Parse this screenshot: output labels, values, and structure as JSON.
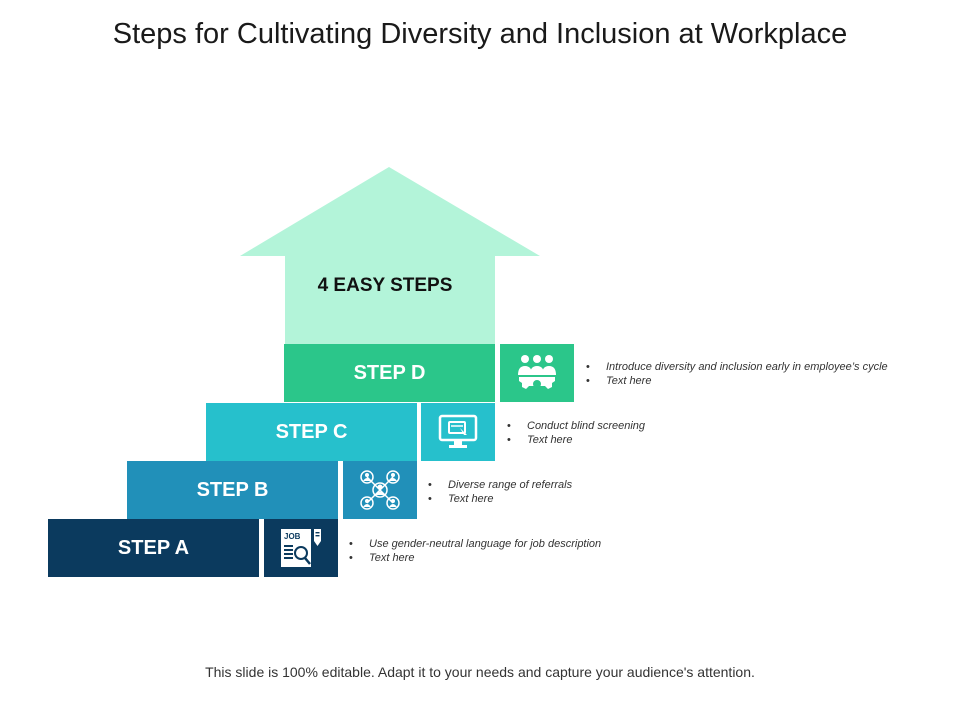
{
  "title": "Steps for Cultivating Diversity and Inclusion at Workplace",
  "arrow": {
    "label": "4 EASY STEPS",
    "color": "#b3f4d9"
  },
  "steps": [
    {
      "label": "STEP D",
      "color": "#2bc68a",
      "icon": "team-gear-icon",
      "bullets": [
        "Introduce diversity and inclusion early in employee’s cycle",
        "Text here"
      ]
    },
    {
      "label": "STEP C",
      "color": "#26c0cc",
      "icon": "monitor-screening-icon",
      "bullets": [
        "Conduct blind screening",
        "Text here"
      ]
    },
    {
      "label": "STEP B",
      "color": "#2190b9",
      "icon": "referral-network-icon",
      "bullets": [
        "Diverse range of referrals",
        "Text here"
      ]
    },
    {
      "label": "STEP A",
      "color": "#0b3a5e",
      "icon": "job-search-document-icon",
      "job_icon_text": "JOB",
      "bullets": [
        "Use gender-neutral language for job description",
        "Text here"
      ]
    }
  ],
  "footer": "This slide is 100% editable. Adapt it to your needs and capture your audience's attention."
}
